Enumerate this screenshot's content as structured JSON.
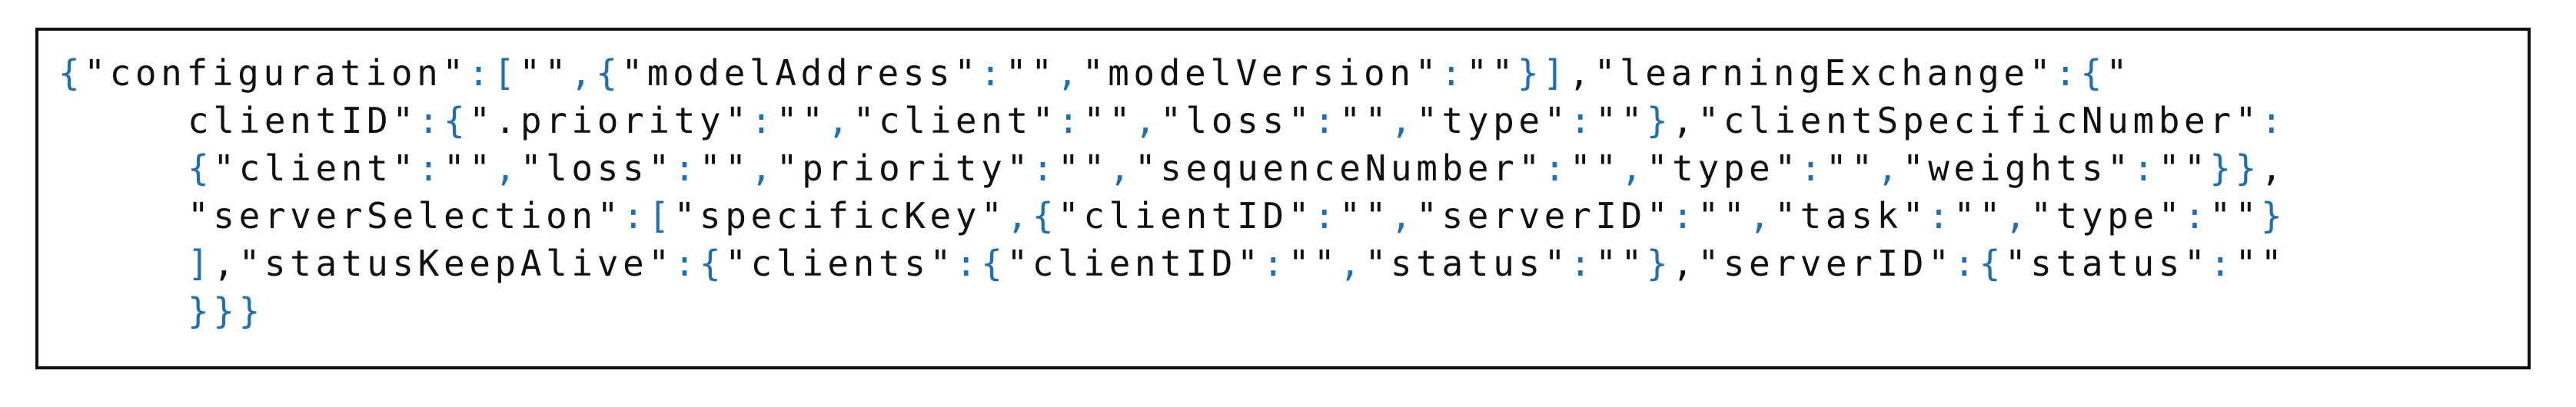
{
  "theme": {
    "string_color": "#111111",
    "punctuation_color": "#1f6fb3",
    "border_color": "#111111",
    "background": "#ffffff"
  },
  "code_lines": [
    [
      [
        "p",
        "{"
      ],
      [
        "s",
        "\"configuration\""
      ],
      [
        "p",
        ":["
      ],
      [
        "s",
        "\"\""
      ],
      [
        "p",
        ",{"
      ],
      [
        "s",
        "\"modelAddress\""
      ],
      [
        "p",
        ":"
      ],
      [
        "s",
        "\"\""
      ],
      [
        "p",
        ","
      ],
      [
        "s",
        "\"modelVersion\""
      ],
      [
        "p",
        ":"
      ],
      [
        "s",
        "\"\""
      ],
      [
        "p",
        "}]"
      ],
      [
        "s",
        ","
      ],
      [
        "s",
        "\"learningExchange\""
      ],
      [
        "p",
        ":{"
      ],
      [
        "s",
        "\""
      ]
    ],
    [
      [
        "s",
        "clientID\""
      ],
      [
        "p",
        ":{"
      ],
      [
        "s",
        "\".priority\""
      ],
      [
        "p",
        ":"
      ],
      [
        "s",
        "\"\""
      ],
      [
        "p",
        ","
      ],
      [
        "s",
        "\"client\""
      ],
      [
        "p",
        ":"
      ],
      [
        "s",
        "\"\""
      ],
      [
        "p",
        ","
      ],
      [
        "s",
        "\"loss\""
      ],
      [
        "p",
        ":"
      ],
      [
        "s",
        "\"\""
      ],
      [
        "p",
        ","
      ],
      [
        "s",
        "\"type\""
      ],
      [
        "p",
        ":"
      ],
      [
        "s",
        "\"\""
      ],
      [
        "p",
        "}"
      ],
      [
        "s",
        ","
      ],
      [
        "s",
        "\"clientSpecificNumber\""
      ],
      [
        "p",
        ":"
      ]
    ],
    [
      [
        "p",
        "{"
      ],
      [
        "s",
        "\"client\""
      ],
      [
        "p",
        ":"
      ],
      [
        "s",
        "\"\""
      ],
      [
        "p",
        ","
      ],
      [
        "s",
        "\"loss\""
      ],
      [
        "p",
        ":"
      ],
      [
        "s",
        "\"\""
      ],
      [
        "p",
        ","
      ],
      [
        "s",
        "\"priority\""
      ],
      [
        "p",
        ":"
      ],
      [
        "s",
        "\"\""
      ],
      [
        "p",
        ","
      ],
      [
        "s",
        "\"sequenceNumber\""
      ],
      [
        "p",
        ":"
      ],
      [
        "s",
        "\"\""
      ],
      [
        "p",
        ","
      ],
      [
        "s",
        "\"type\""
      ],
      [
        "p",
        ":"
      ],
      [
        "s",
        "\"\""
      ],
      [
        "p",
        ","
      ],
      [
        "s",
        "\"weights\""
      ],
      [
        "p",
        ":"
      ],
      [
        "s",
        "\"\""
      ],
      [
        "p",
        "}}"
      ],
      [
        "s",
        ","
      ]
    ],
    [
      [
        "s",
        "\"serverSelection\""
      ],
      [
        "p",
        ":["
      ],
      [
        "s",
        "\"specificKey\""
      ],
      [
        "p",
        ",{"
      ],
      [
        "s",
        "\"clientID\""
      ],
      [
        "p",
        ":"
      ],
      [
        "s",
        "\"\""
      ],
      [
        "p",
        ","
      ],
      [
        "s",
        "\"serverID\""
      ],
      [
        "p",
        ":"
      ],
      [
        "s",
        "\"\""
      ],
      [
        "p",
        ","
      ],
      [
        "s",
        "\"task\""
      ],
      [
        "p",
        ":"
      ],
      [
        "s",
        "\"\""
      ],
      [
        "p",
        ","
      ],
      [
        "s",
        "\"type\""
      ],
      [
        "p",
        ":"
      ],
      [
        "s",
        "\"\""
      ],
      [
        "p",
        "}"
      ]
    ],
    [
      [
        "p",
        "]"
      ],
      [
        "s",
        ","
      ],
      [
        "s",
        "\"statusKeepAlive\""
      ],
      [
        "p",
        ":{"
      ],
      [
        "s",
        "\"clients\""
      ],
      [
        "p",
        ":{"
      ],
      [
        "s",
        "\"clientID\""
      ],
      [
        "p",
        ":"
      ],
      [
        "s",
        "\"\""
      ],
      [
        "p",
        ","
      ],
      [
        "s",
        "\"status\""
      ],
      [
        "p",
        ":"
      ],
      [
        "s",
        "\"\""
      ],
      [
        "p",
        "}"
      ],
      [
        "s",
        ","
      ],
      [
        "s",
        "\"serverID\""
      ],
      [
        "p",
        ":{"
      ],
      [
        "s",
        "\"status\""
      ],
      [
        "p",
        ":"
      ],
      [
        "s",
        "\"\""
      ]
    ],
    [
      [
        "p",
        "}}}"
      ]
    ]
  ]
}
